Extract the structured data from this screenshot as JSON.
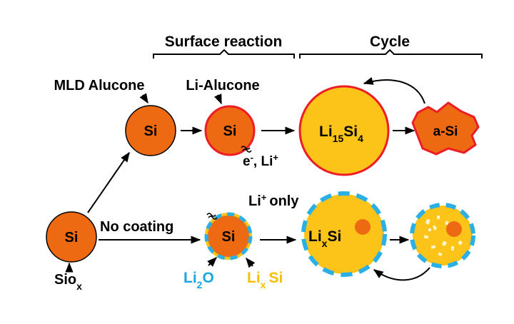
{
  "headings": {
    "surface_reaction": "Surface reaction",
    "cycle": "Cycle"
  },
  "labels": {
    "mld_alucone": "MLD Alucone",
    "li_alucone": "Li-Alucone",
    "no_coating": "No coating",
    "e_li": {
      "e": "e",
      "e_sup": "-",
      "li": ", Li",
      "li_sup": "+"
    },
    "li_only": {
      "li": "Li",
      "li_sup": "+",
      "rest": "only"
    },
    "siox": {
      "main": "Sio",
      "sub": "x"
    },
    "li2o": {
      "li": "Li",
      "sub": "2",
      "o": "O"
    },
    "lixsi": {
      "li": "Li",
      "sub": "x",
      "si": "Si"
    }
  },
  "particles": {
    "si_start": "Si",
    "si_mld": "Si",
    "si_lialucone": "Si",
    "li15si4": {
      "li": "Li",
      "sub1": "15",
      "si": "Si",
      "sub2": "4"
    },
    "a_si": "a-Si",
    "si_nocoat": "Si",
    "lixsi_particle": {
      "li": "Li",
      "sub": "x",
      "si": "Si"
    }
  },
  "colors": {
    "si_fill": "#ee6a12",
    "lithiated_fill": "#fcc419",
    "red_shell": "#ee1c25",
    "blue_shell": "#2ab0e6",
    "lixsi_text": "#f6c000",
    "li2o_text": "#1aa7e0",
    "arrow": "#000000",
    "flake": "#fff4c2"
  }
}
